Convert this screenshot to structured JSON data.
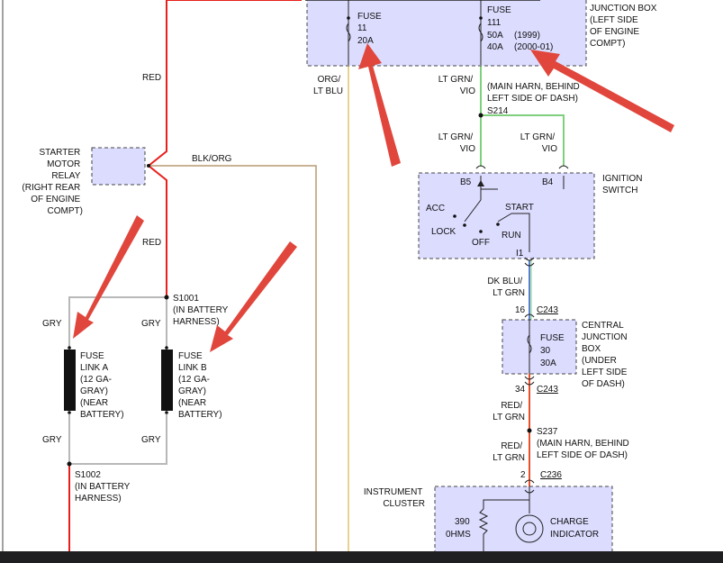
{
  "relay": {
    "lines": [
      "STARTER",
      "MOTOR",
      "RELAY",
      "(RIGHT REAR",
      "OF ENGINE",
      "COMPT)"
    ]
  },
  "wires": {
    "red_upper": "RED",
    "red_lower": "RED",
    "blk_org": "BLK/ORG",
    "org_lt_blu": [
      "ORG/",
      "LT BLU"
    ],
    "lt_grn_vio_top": [
      "LT GRN/",
      "VIO"
    ],
    "lt_grn_vio_left": [
      "LT GRN/",
      "VIO"
    ],
    "lt_grn_vio_right": [
      "LT GRN/",
      "VIO"
    ],
    "dk_blu_lt_grn": [
      "DK BLU/",
      "LT GRN"
    ],
    "red_lt_grn_1": [
      "RED/",
      "LT GRN"
    ],
    "red_lt_grn_2": [
      "RED/",
      "LT GRN"
    ],
    "gry_a_top": "GRY",
    "gry_b_top": "GRY",
    "gry_a_bottom": "GRY",
    "gry_b_bottom": "GRY"
  },
  "splices": {
    "s1001": [
      "S1001",
      "(IN BATTERY",
      "HARNESS)"
    ],
    "s1002": [
      "S1002",
      "(IN BATTERY",
      "HARNESS)"
    ],
    "s214_note": [
      "(MAIN HARN, BEHIND",
      "LEFT SIDE OF DASH)"
    ],
    "s214": "S214",
    "s237": [
      "S237",
      "(MAIN HARN, BEHIND",
      "LEFT SIDE OF DASH)"
    ]
  },
  "fuse_links": {
    "a": [
      "FUSE",
      "LINK A",
      "(12 GA-",
      "GRAY)",
      "(NEAR",
      "BATTERY)"
    ],
    "b": [
      "FUSE",
      "LINK B",
      "(12 GA-",
      "GRAY)",
      "(NEAR",
      "BATTERY)"
    ]
  },
  "top_box": {
    "fuse11": [
      "FUSE",
      "11",
      "20A"
    ],
    "fuse111": [
      "FUSE",
      "111",
      "50A",
      "40A"
    ],
    "year_1999": "(1999)",
    "year_2000": "(2000-01)",
    "junction_title": [
      "JUNCTION BOX",
      "(LEFT SIDE",
      "OF ENGINE",
      "COMPT)"
    ]
  },
  "ignition": {
    "title": [
      "IGNITION",
      "SWITCH"
    ],
    "b5": "B5",
    "b4": "B4",
    "i1": "I1",
    "acc": "ACC",
    "start": "START",
    "lock": "LOCK",
    "off": "OFF",
    "run": "RUN"
  },
  "central_box": {
    "pin16": "16",
    "c243_top": "C243",
    "fuse": [
      "FUSE",
      "30",
      "30A"
    ],
    "title": [
      "CENTRAL",
      "JUNCTION",
      "BOX",
      "(UNDER",
      "LEFT SIDE",
      "OF DASH)"
    ],
    "pin34": "34",
    "c243_bottom": "C243"
  },
  "cluster": {
    "pin2": "2",
    "c236": "C236",
    "title": [
      "INSTRUMENT",
      "CLUSTER"
    ],
    "resistor": [
      "390",
      "0HMS"
    ],
    "indicator": [
      "CHARGE",
      "INDICATOR"
    ]
  },
  "colors": {
    "red": "#e8201c",
    "green": "#7ed07e",
    "tan": "#c8a36a",
    "gray": "#b8b8b8",
    "box": "#dcdcff",
    "arrow": "#e0463c"
  }
}
